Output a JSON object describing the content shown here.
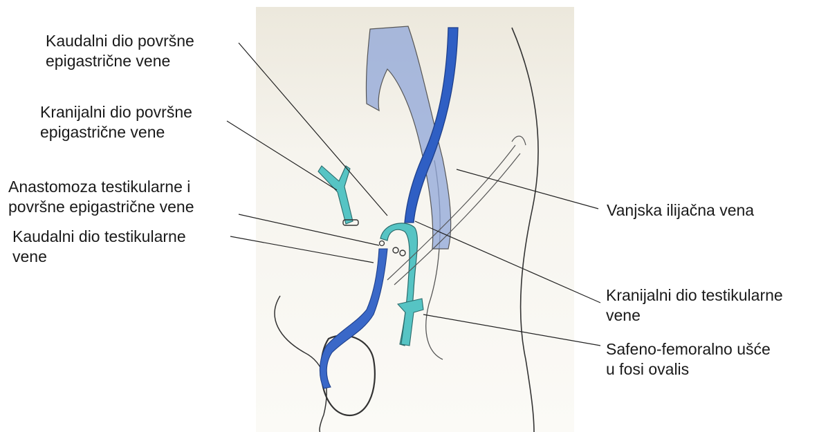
{
  "labels": {
    "kaudalni_epigastricne": {
      "line1": "Kaudalni dio površne",
      "line2": "epigastrične vene"
    },
    "kranijalni_epigastricne": {
      "line1": "Kranijalni dio površne",
      "line2": "epigastrične vene"
    },
    "anastomoza": {
      "line1": "Anastomoza testikularne i",
      "line2": "površne epigastrične vene"
    },
    "kaudalni_testikularne": {
      "line1": "Kaudalni dio testikularne",
      "line2": "vene"
    },
    "vanjska_ilijacna": {
      "line1": "Vanjska ilijačna vena"
    },
    "kranijalni_testikularne": {
      "line1": "Kranijalni dio testikularne",
      "line2": "vene"
    },
    "safeno_femoralno": {
      "line1": "Safeno-femoralno ušće",
      "line2": "u fosi ovalis"
    }
  },
  "colors": {
    "paper": "#f6f4ee",
    "vein_blue": "#2f5fc4",
    "vein_light_blue": "#8fa6d8",
    "cyan_vessel": "#56c4c4",
    "ink": "#2a2a2a"
  }
}
